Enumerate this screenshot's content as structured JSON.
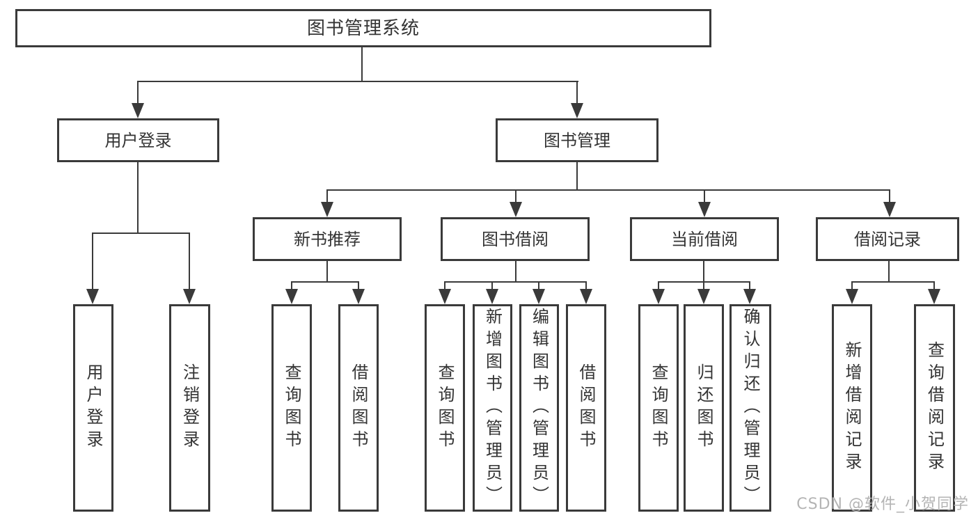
{
  "colors": {
    "line": "#3a3a3a",
    "text": "#333333",
    "watermark": "#b4b4b4",
    "background": "#ffffff"
  },
  "nodes": {
    "root": "图书管理系统",
    "login": "用户登录",
    "mgmt": "图书管理",
    "l3": [
      "新书推荐",
      "图书借阅",
      "当前借阅",
      "借阅记录"
    ],
    "leaves": {
      "login": [
        "用户登录",
        "注销登录"
      ],
      "recommend": [
        "查询图书",
        "借阅图书"
      ],
      "borrow": [
        "查询图书",
        "新增图书（管理员）",
        "编辑图书（管理员）",
        "借阅图书"
      ],
      "current": [
        "查询图书",
        "归还图书",
        "确认归还（管理员）"
      ],
      "records": [
        "新增借阅记录",
        "查询借阅记录"
      ]
    }
  },
  "watermark": "CSDN @软件_小贺同学"
}
